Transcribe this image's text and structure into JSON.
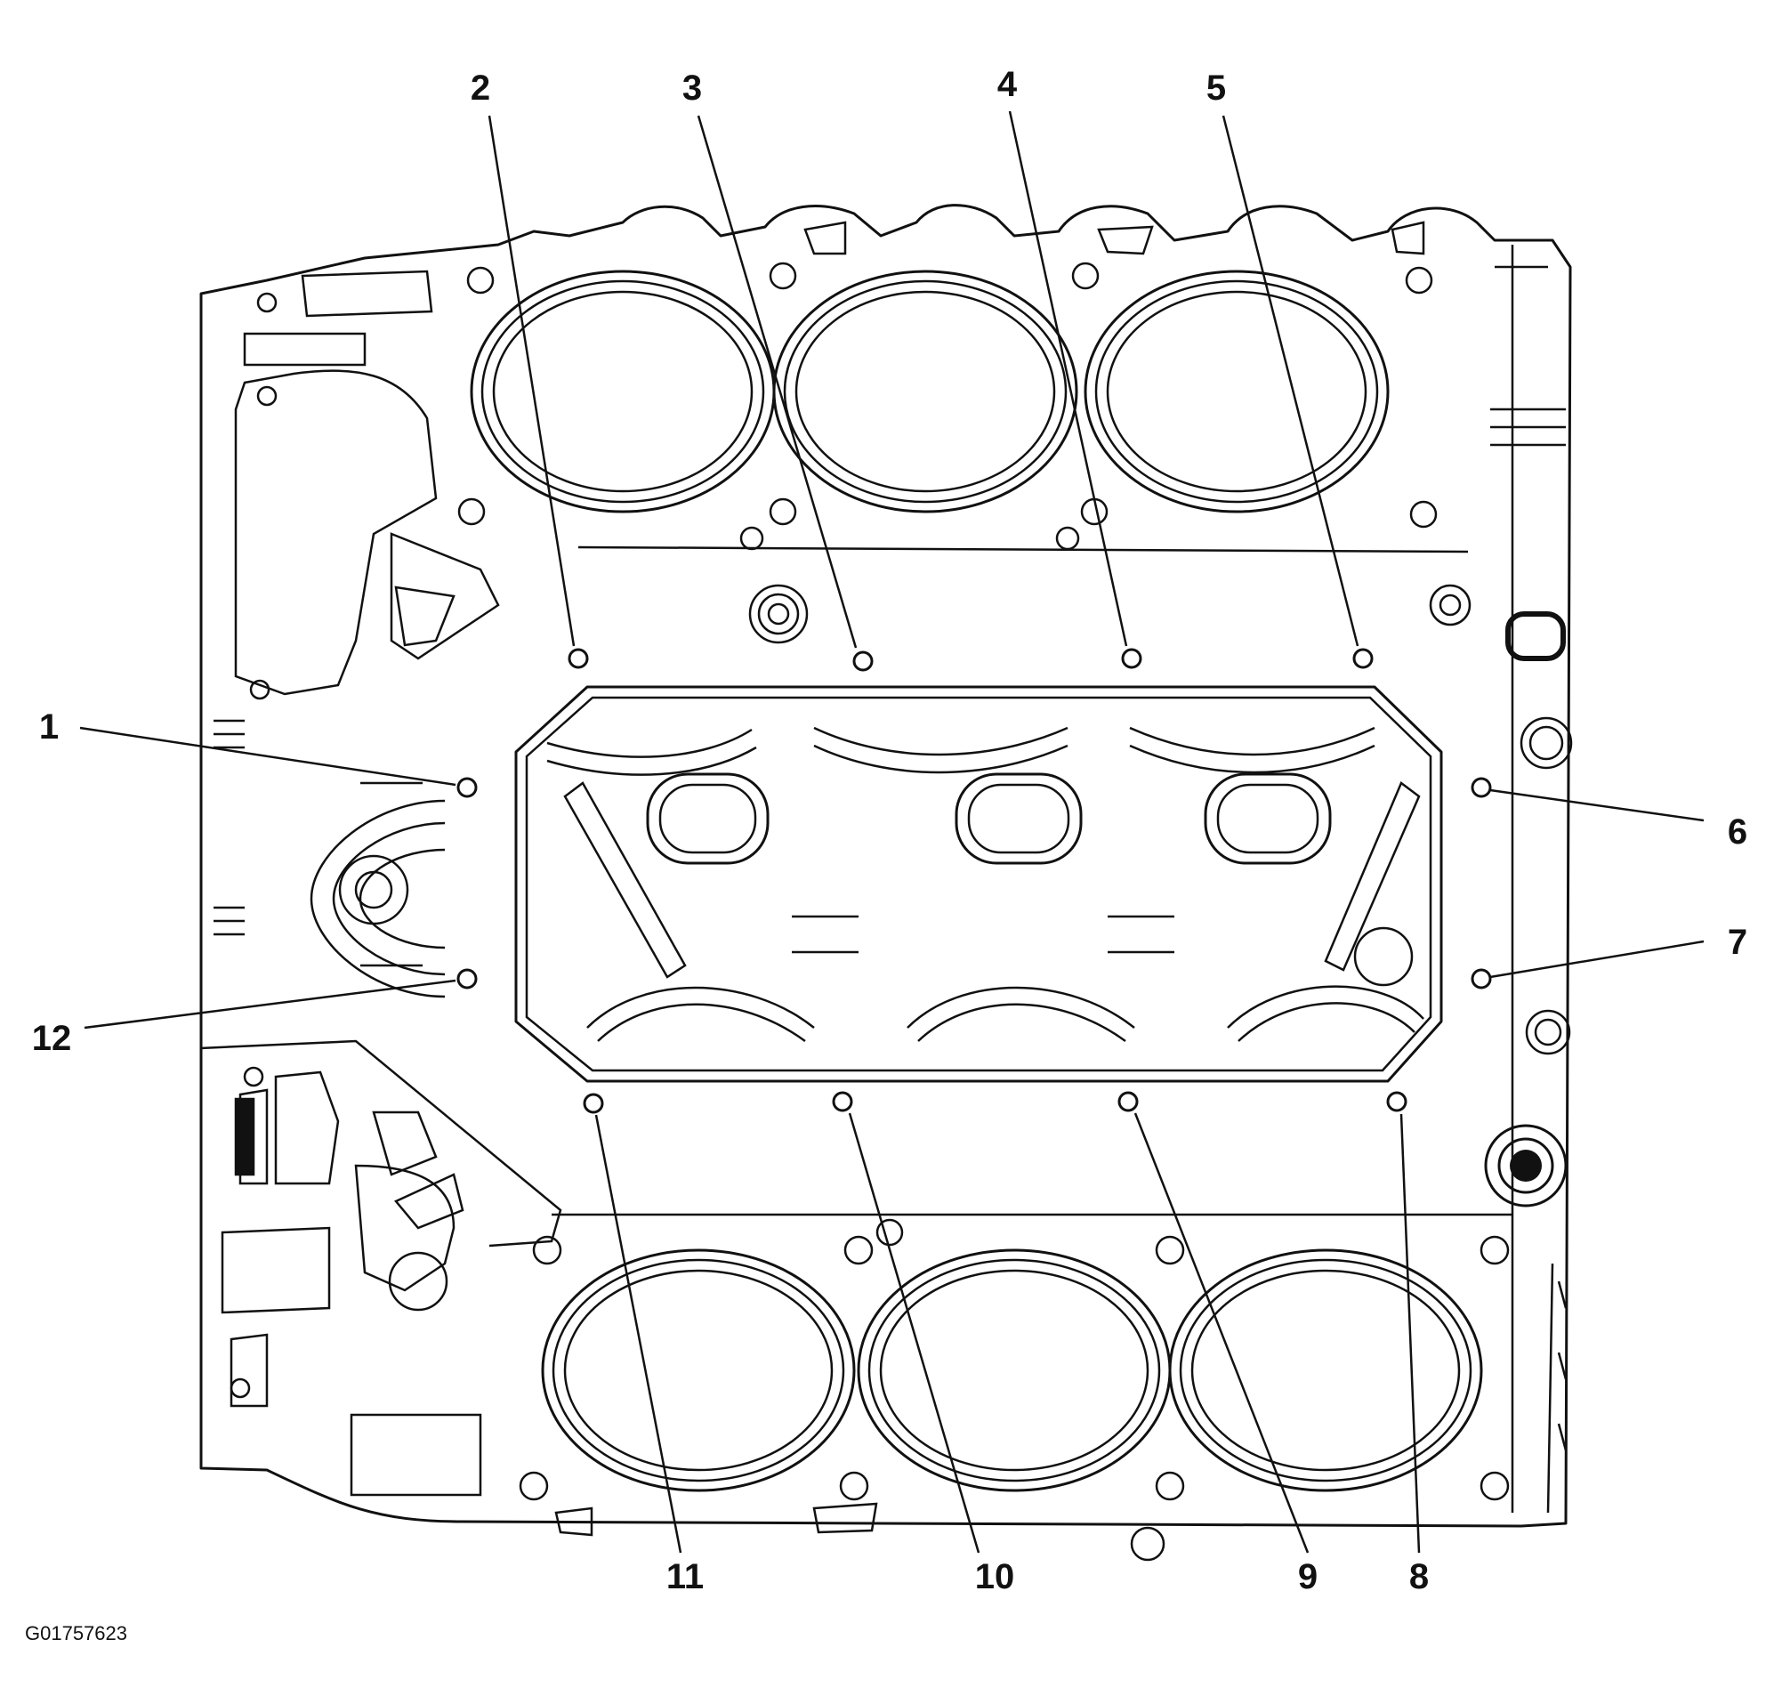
{
  "figure_code": "G01757623",
  "callouts": [
    {
      "id": 1,
      "label": "1"
    },
    {
      "id": 2,
      "label": "2"
    },
    {
      "id": 3,
      "label": "3"
    },
    {
      "id": 4,
      "label": "4"
    },
    {
      "id": 5,
      "label": "5"
    },
    {
      "id": 6,
      "label": "6"
    },
    {
      "id": 7,
      "label": "7"
    },
    {
      "id": 8,
      "label": "8"
    },
    {
      "id": 9,
      "label": "9"
    },
    {
      "id": 10,
      "label": "10"
    },
    {
      "id": 11,
      "label": "11"
    },
    {
      "id": 12,
      "label": "12"
    }
  ]
}
